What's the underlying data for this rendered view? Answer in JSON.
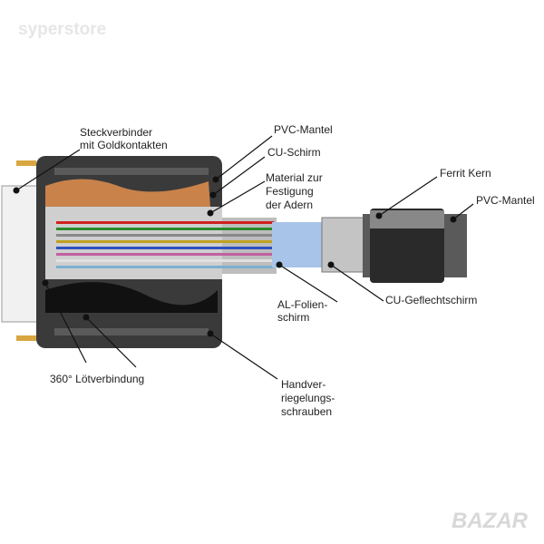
{
  "watermark": "syperstore",
  "corner_logo": "BAZAR",
  "labels": {
    "connector": [
      "Steckverbinder",
      "mit Goldkontakten"
    ],
    "pvc_mantel_1": "PVC-Mantel",
    "cu_schirm": "CU-Schirm",
    "material": [
      "Material zur",
      "Festigung",
      "der Adern"
    ],
    "ferrit": "Ferrit Kern",
    "pvc_mantel_2": "PVC-Mantel",
    "al_folie": [
      "AL-Folien-",
      "schirm"
    ],
    "cu_geflecht": "CU-Geflechtschirm",
    "loet": "360° Lötverbindung",
    "schrauben": [
      "Handver-",
      "riegelungs-",
      "schrauben"
    ]
  },
  "colors": {
    "body": "#3a3a3a",
    "copper": "#c8824a",
    "wires": [
      "#d02020",
      "#2a8a2a",
      "#888888",
      "#c0a020",
      "#3050c0",
      "#c060a0",
      "#e0e0e0",
      "#7ab0d0"
    ]
  }
}
